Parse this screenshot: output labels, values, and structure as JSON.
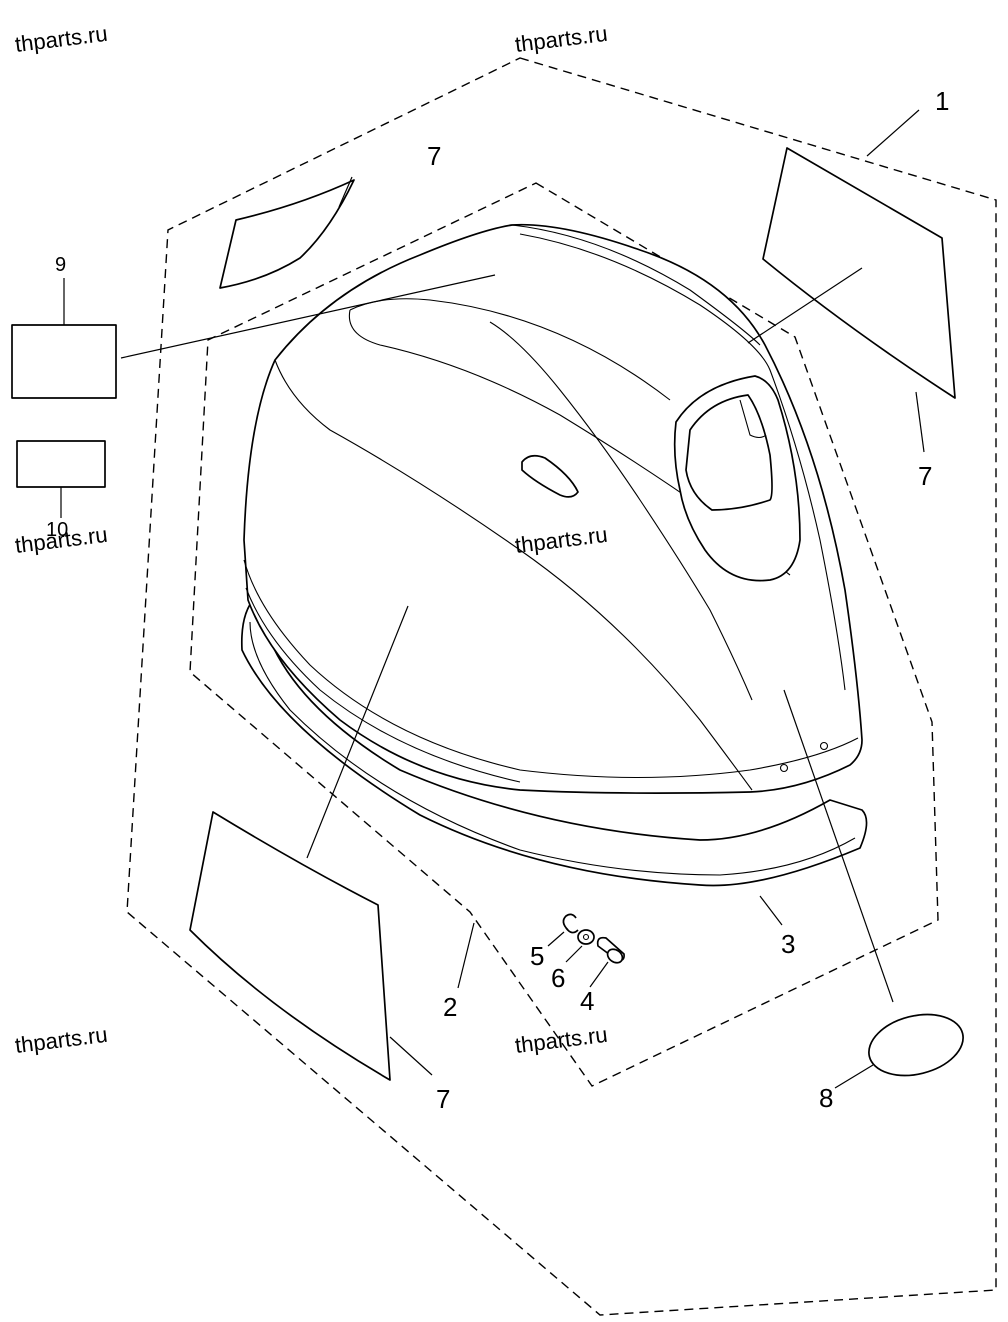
{
  "watermarks": [
    "thparts.ru",
    "thparts.ru",
    "thparts.ru",
    "thparts.ru",
    "thparts.ru",
    "thparts.ru"
  ],
  "callouts": {
    "c1": "1",
    "c2": "2",
    "c3": "3",
    "c4": "4",
    "c5": "5",
    "c6": "6",
    "c7a": "7",
    "c7b": "7",
    "c7c": "7",
    "c8": "8",
    "c9": "9",
    "c10": "10"
  }
}
